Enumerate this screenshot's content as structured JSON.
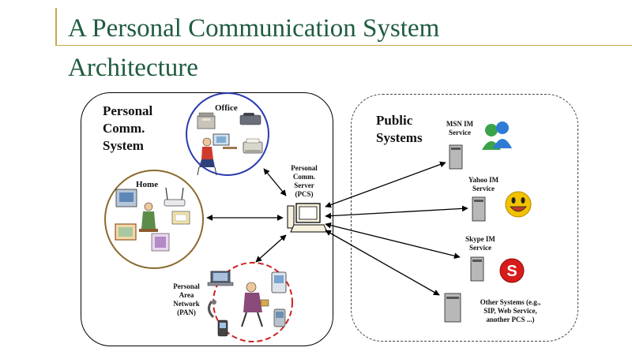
{
  "slide": {
    "title_line1": "A Personal Communication System",
    "title_line2": "Architecture"
  },
  "personal_system": {
    "title": "Personal\nComm.\nSystem",
    "office_label": "Office",
    "home_label": "Home",
    "pan_label": "Personal\nArea\nNetwork\n(PAN)",
    "server_label": "Personal\nComm.\nServer\n(PCS)"
  },
  "public_systems": {
    "title": "Public\nSystems",
    "services": [
      {
        "label": "MSN IM\nService",
        "icon": "msn-messenger-icon"
      },
      {
        "label": "Yahoo IM\nService",
        "icon": "yahoo-smiley-icon"
      },
      {
        "label": "Skype IM\nService",
        "icon": "skype-icon"
      },
      {
        "label": "Other Systems (e.g.,\nSIP, Web Service,\nanother PCS ...)",
        "icon": "server-tower-icon"
      }
    ]
  },
  "colors": {
    "title": "#1f5c3f",
    "accent_rule": "#c9a94b",
    "office_circle": "#2b3bb0",
    "home_circle": "#8a6a2c",
    "pan_circle": "#cc2222",
    "skype": "#d81b1b",
    "yahoo": "#f2c200",
    "msn": "#2e7bd6"
  }
}
